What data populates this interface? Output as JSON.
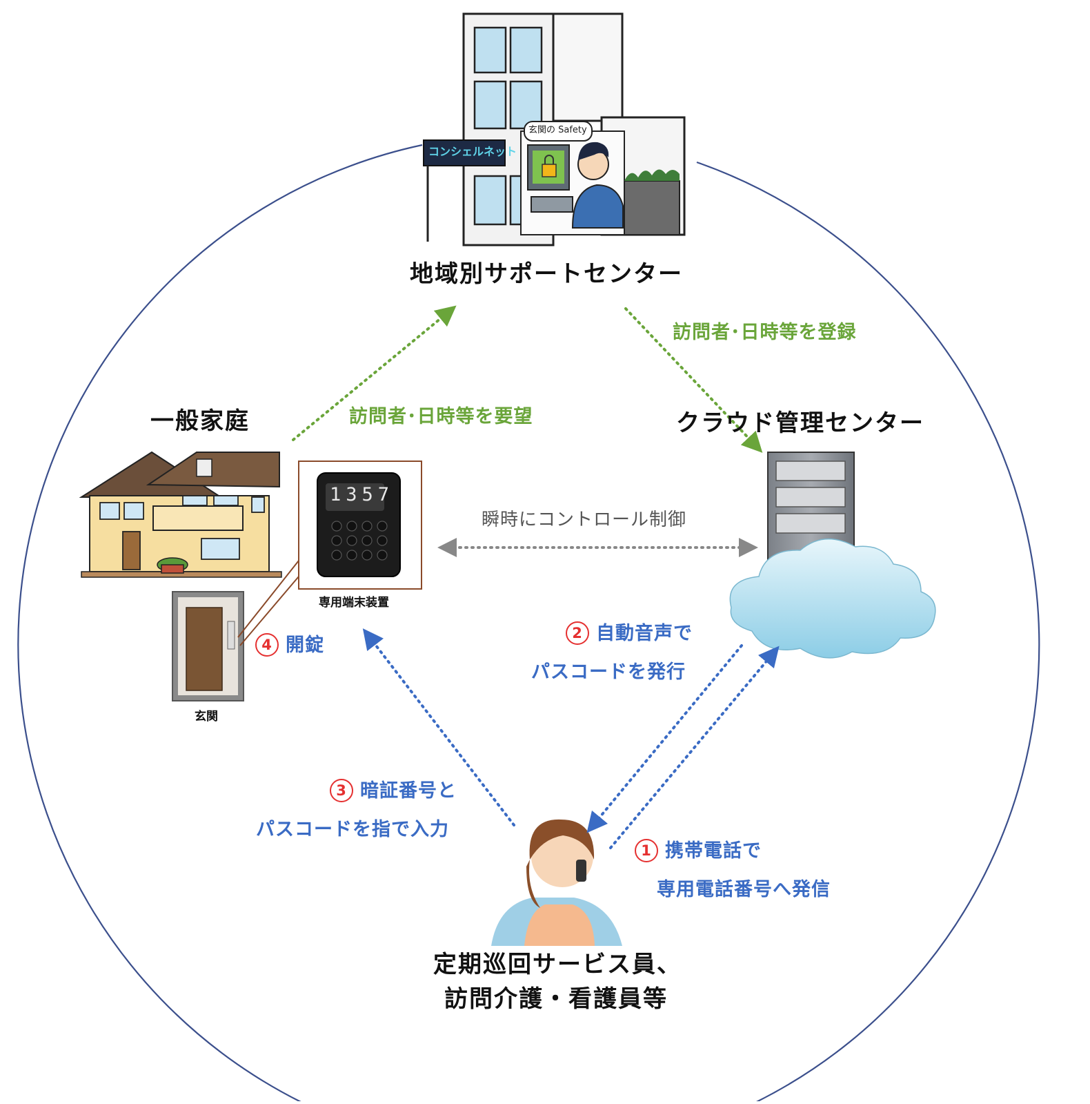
{
  "nodes": {
    "support_center": "地域別サポートセンター",
    "home": "一般家庭",
    "cloud_center": "クラウド管理センター",
    "staff_line1": "定期巡回サービス員、",
    "staff_line2": "訪問介護・看護員等"
  },
  "device": {
    "terminal_label": "専用端末装置",
    "keypad_display": "1357",
    "door_label": "玄関"
  },
  "building": {
    "sign_text": "コンシェルネット",
    "bubble_text": "玄関の Safety"
  },
  "arrows": {
    "request": "訪問者･日時等を要望",
    "register": "訪問者･日時等を登録",
    "control": "瞬時にコントロール制御"
  },
  "steps": [
    {
      "num": "1",
      "line1": "携帯電話で",
      "line2": "専用電話番号へ発信"
    },
    {
      "num": "2",
      "line1": "自動音声で",
      "line2": "パスコードを発行"
    },
    {
      "num": "3",
      "line1": "暗証番号と",
      "line2": "パスコードを指で入力"
    },
    {
      "num": "4",
      "line1": "開錠"
    }
  ],
  "colors": {
    "circle": "#3b4f8c",
    "green_arrow": "#6aa53a",
    "blue_arrow": "#3a6bc4",
    "gray_arrow": "#888888",
    "step_num": "#e53030"
  }
}
